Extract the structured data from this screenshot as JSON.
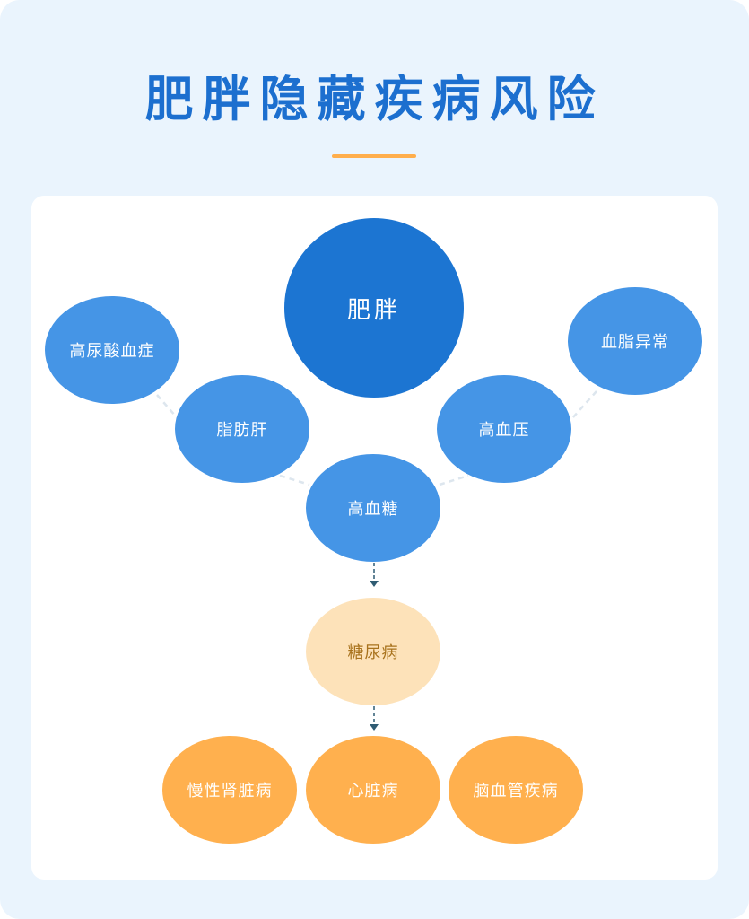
{
  "title": "肥胖隐藏疾病风险",
  "nodes": {
    "obesity": "肥胖",
    "hyperuricemia": "高尿酸血症",
    "dyslipidemia": "血脂异常",
    "fatty_liver": "脂肪肝",
    "hypertension": "高血压",
    "hyperglycemia": "高血糖",
    "diabetes": "糖尿病",
    "ckd": "慢性肾脏病",
    "heart_disease": "心脏病",
    "cerebrovascular": "脑血管疾病"
  },
  "colors": {
    "primary": "#1c75d2",
    "secondary": "#4595e6",
    "warning_light": "#fde2b9",
    "warning": "#ffb04e",
    "accent": "#ffae4c"
  }
}
